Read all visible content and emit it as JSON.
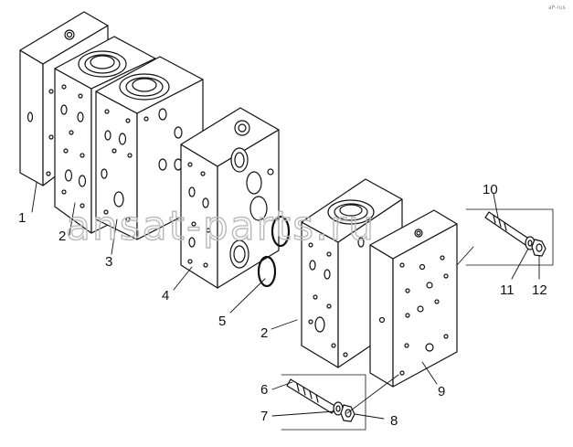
{
  "watermark": "ansat-parts.ru",
  "corner_mark": "aP-rus",
  "labels": {
    "l1": "1",
    "l2a": "2",
    "l3": "3",
    "l4": "4",
    "l5": "5",
    "l2b": "2",
    "l6": "6",
    "l7": "7",
    "l8": "8",
    "l9": "9",
    "l10": "10",
    "l11": "11",
    "l12": "12"
  },
  "colors": {
    "line": "#111111",
    "watermark": "#b9b9b9"
  }
}
